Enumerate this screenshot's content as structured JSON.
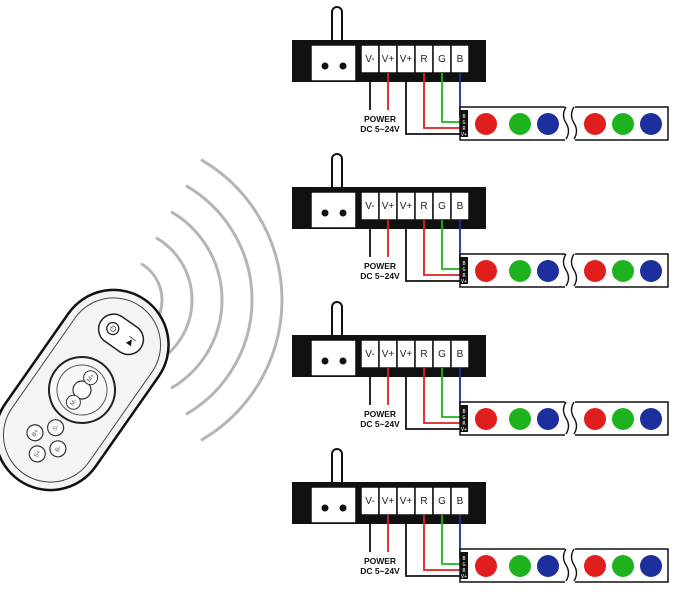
{
  "terminals": [
    "V-",
    "V+",
    "V+",
    "R",
    "G",
    "B"
  ],
  "power": {
    "line1": "POWER",
    "line2": "DC 5~24V"
  },
  "strip_pins": [
    "B",
    "G",
    "R",
    "V+"
  ],
  "remote": {
    "power_symbol": "⏻",
    "mode_symbol": "▶|",
    "center_buttons": [
      "M+",
      "M-"
    ],
    "side_buttons": [
      "B+",
      "S+",
      "S-",
      "B-"
    ]
  },
  "colors": {
    "red": "#e01e1e",
    "green": "#1fb21f",
    "blue": "#1c2f9c",
    "power_wire": "#111111",
    "controller_body": "#111111",
    "wave": "#b5b5b5"
  },
  "icons": {
    "controller": "rgb-controller-icon",
    "strip": "rgb-led-strip-icon",
    "remote": "rf-remote-icon",
    "signal": "wireless-signal-icon"
  }
}
